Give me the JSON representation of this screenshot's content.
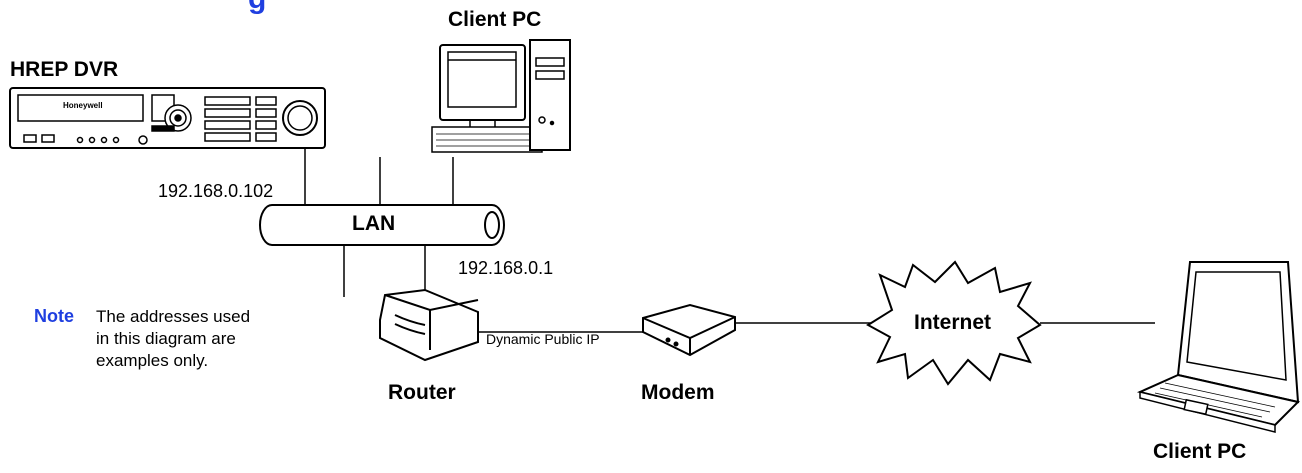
{
  "diagram": {
    "header_fragment": "g",
    "devices": {
      "dvr": {
        "label": "HREP DVR",
        "brand": "Honeywell",
        "ip": "192.168.0.102"
      },
      "client_pc_desktop": {
        "label": "Client PC"
      },
      "client_pc_laptop": {
        "label": "Client PC"
      },
      "lan": {
        "label": "LAN",
        "ip": "192.168.0.1"
      },
      "router": {
        "label": "Router"
      },
      "modem": {
        "label": "Modem"
      },
      "internet": {
        "label": "Internet"
      }
    },
    "links": {
      "router_modem": {
        "label": "Dynamic Public IP"
      }
    },
    "note": {
      "key": "Note",
      "lines": [
        "The addresses used",
        "in this diagram are",
        "examples only."
      ]
    }
  },
  "colors": {
    "accent": "#1f3fe0",
    "line": "#000000",
    "background": "#ffffff"
  }
}
